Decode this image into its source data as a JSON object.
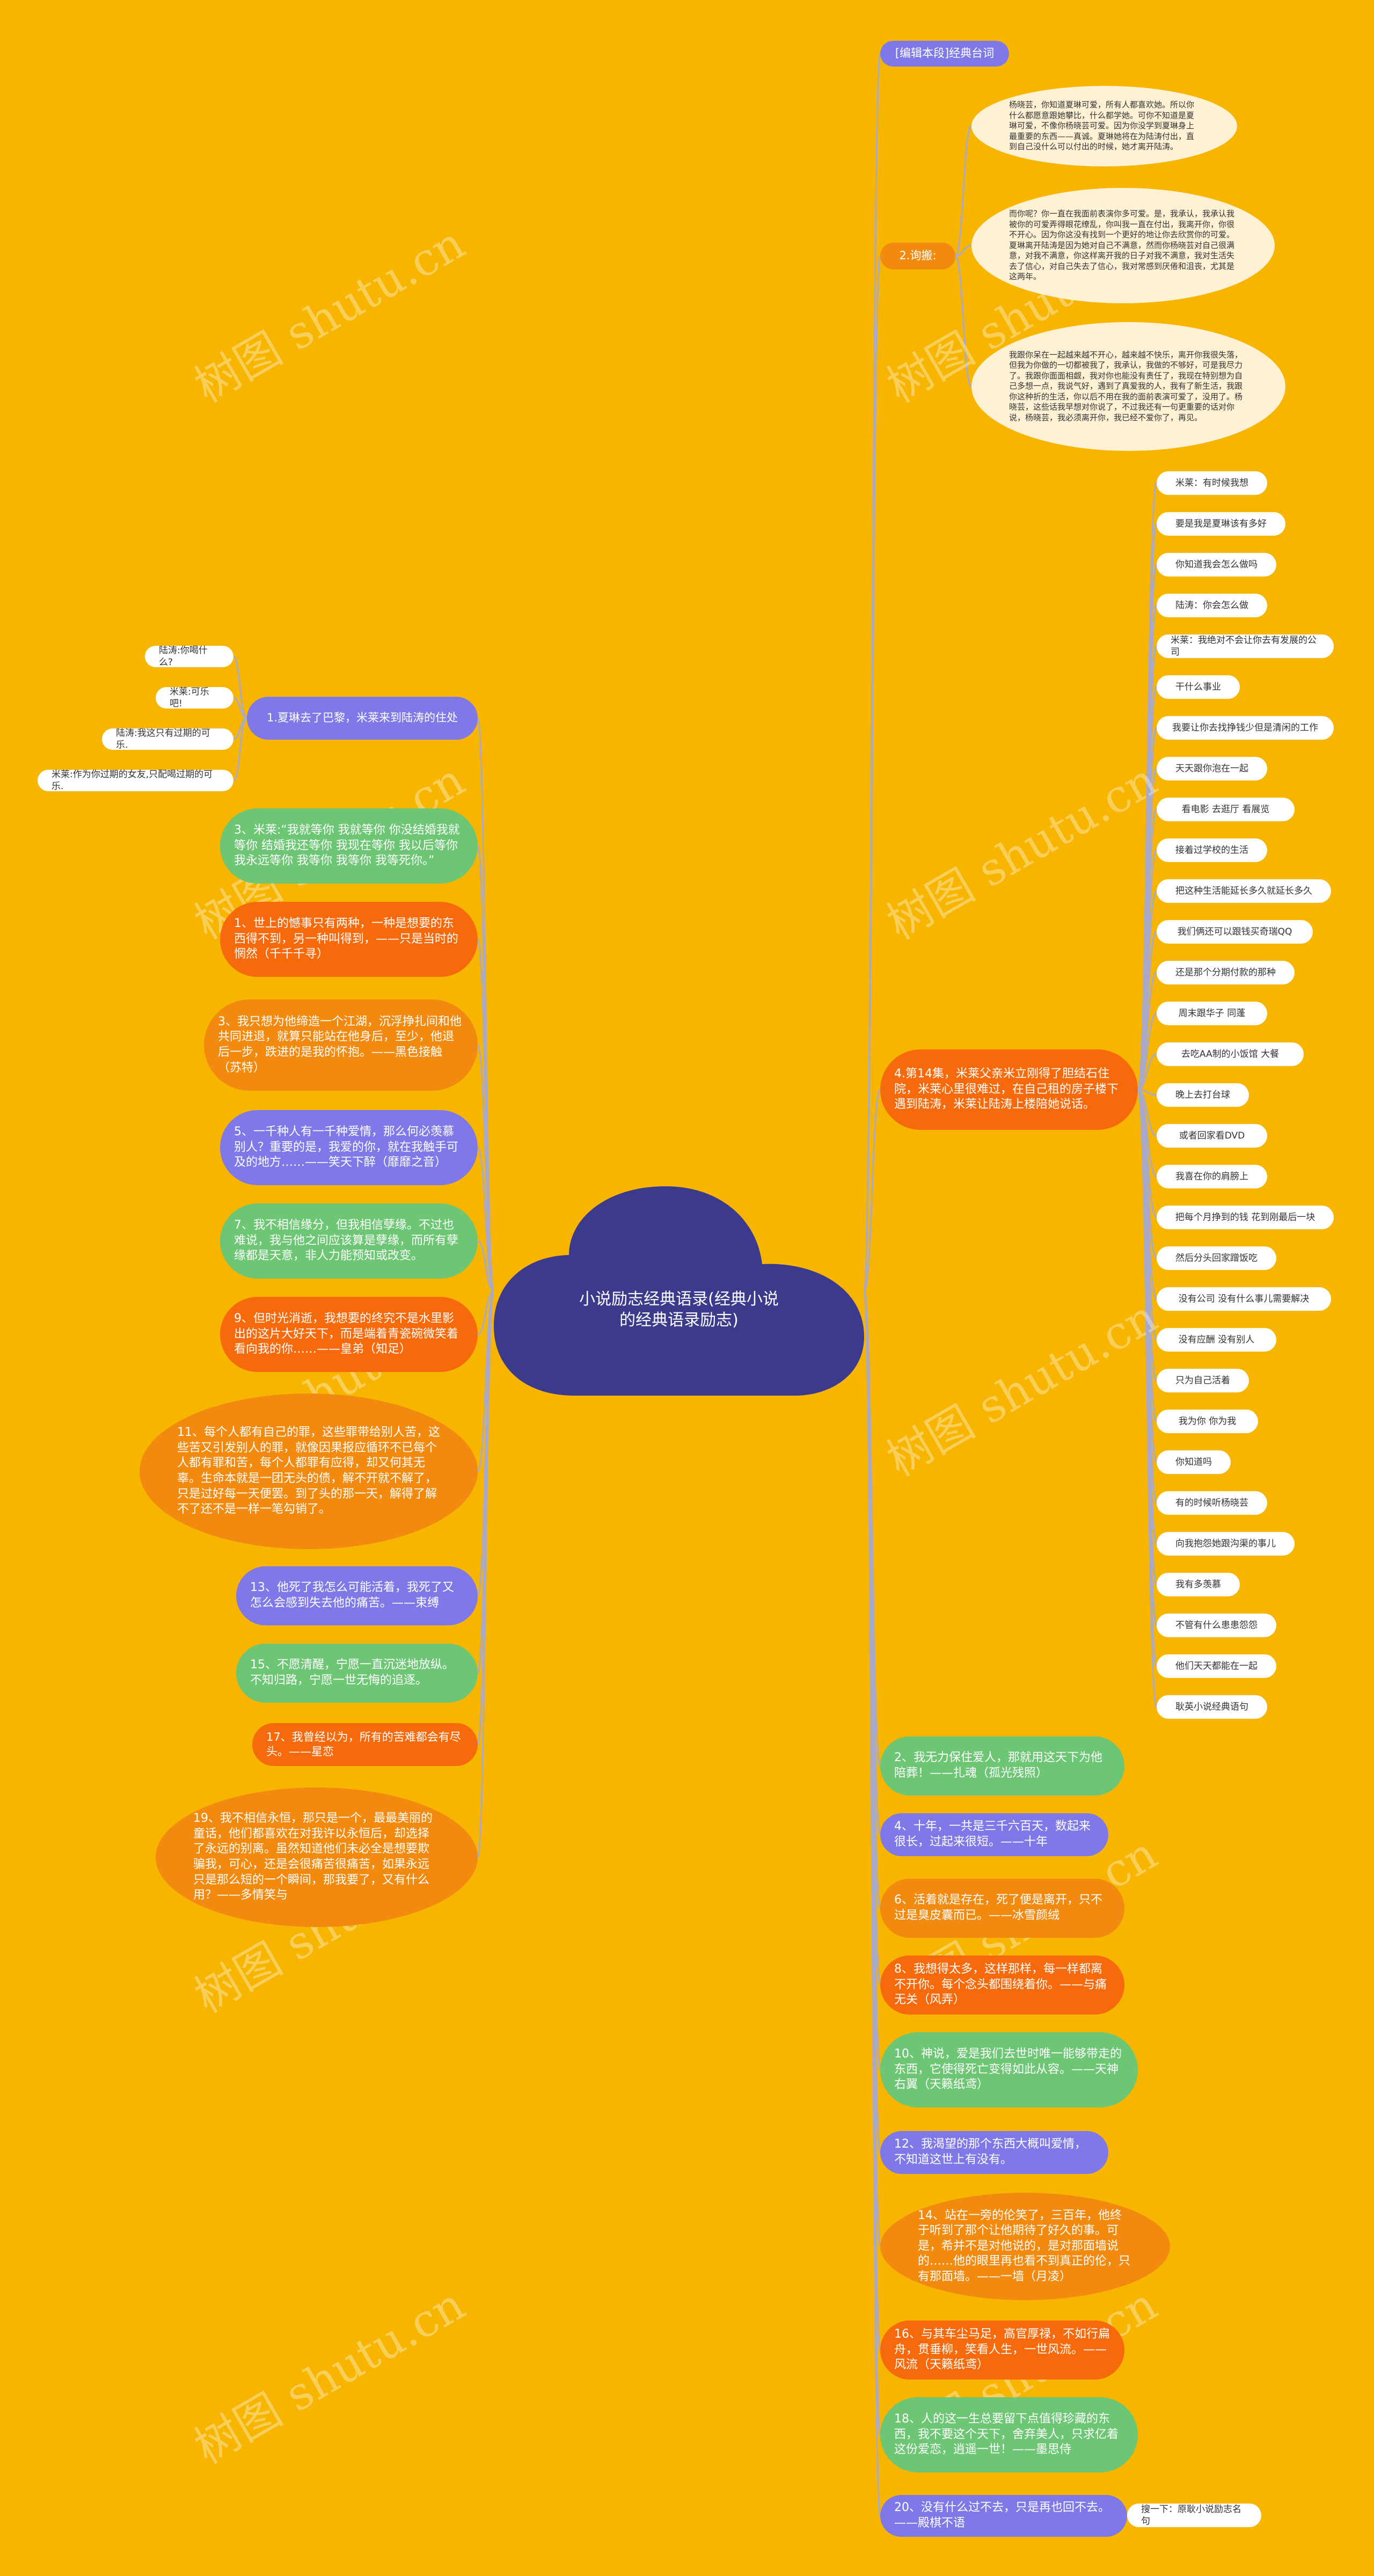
{
  "colors": {
    "background": "#f7b500",
    "center": "#3b3a8c",
    "link": "#a9a9c9",
    "blue": "#7f78e8",
    "green": "#6cc674",
    "orange": "#f28a0f",
    "orange_red": "#f76a0c",
    "cream": "#fff1d4",
    "white": "#ffffff",
    "text_dark": "#333333",
    "text_light": "#ffffff"
  },
  "watermark": "树图 shutu.cn",
  "center": {
    "text": "小说励志经典语录(经典小说的经典语录励志)"
  },
  "left_nodes": [
    {
      "text": "1.夏琳去了巴黎，米莱来到陆涛的住处",
      "color": "blue",
      "children": [
        "陆涛:你喝什么?",
        "米莱:可乐吧!",
        "陆涛:我这只有过期的可乐.",
        "米莱:作为你过期的女友,只配喝过期的可乐."
      ]
    },
    {
      "text": "3、米莱:“我就等你 我就等你 你没结婚我就等你 结婚我还等你 我现在等你 我以后等你 我永远等你 我等你 我等你 我等死你。”",
      "color": "green"
    },
    {
      "text": "1、世上的憾事只有两种，一种是想要的东西得不到，另一种叫得到，——只是当时的惘然（千千千寻）",
      "color": "orange_red"
    },
    {
      "text": "3、我只想为他缔造一个江湖，沉浮挣扎间和他共同进退，就算只能站在他身后，至少，他退后一步，跌进的是我的怀抱。——黑色接触（苏特）",
      "color": "orange"
    },
    {
      "text": "5、一千种人有一千种爱情，那么何必羡慕别人？重要的是，我爱的你，就在我触手可及的地方……——笑天下醉（靡靡之音）",
      "color": "blue"
    },
    {
      "text": "7、我不相信缘分，但我相信孽缘。不过也难说，我与他之间应该算是孽缘，而所有孽缘都是天意，非人力能预知或改变。",
      "color": "green"
    },
    {
      "text": "9、但时光消逝，我想要的终究不是水里影出的这片大好天下，而是端着青瓷碗微笑着看向我的你……——皇弟（知足）",
      "color": "orange_red"
    },
    {
      "text": "11、每个人都有自己的罪，这些罪带给别人苦，这些苦又引发别人的罪，就像因果报应循环不已每个人都有罪和苦，每个人都罪有应得，却又何其无辜。生命本就是一团无头的债，解不开就不解了，只是过好每一天便罢。到了头的那一天，解得了解不了还不是一样一笔勾销了。",
      "color": "orange"
    },
    {
      "text": "13、他死了我怎么可能活着，我死了又怎么会感到失去他的痛苦。——束缚",
      "color": "blue"
    },
    {
      "text": "15、不愿清醒，宁愿一直沉迷地放纵。不知归路，宁愿一世无悔的追逐。",
      "color": "green"
    },
    {
      "text": "17、我曾经以为，所有的苦难都会有尽头。——星恋",
      "color": "orange_red"
    },
    {
      "text": "19、我不相信永恒，那只是一个，最最美丽的童话，他们都喜欢在对我许以永恒后，却选择了永远的别离。虽然知道他们未必全是想要欺骗我，可心，还是会很痛苦很痛苦，如果永远只是那么短的一个瞬间，那我要了，又有什么用？——多情笑与",
      "color": "orange"
    }
  ],
  "right_nodes": [
    {
      "text": "[编辑本段]经典台词",
      "color": "blue"
    },
    {
      "text": "2.询搬:",
      "color": "orange",
      "children": [
        "杨晓芸，你知道夏琳可爱，所有人都喜欢她。所以你什么都愿意跟她攀比，什么都学她。可你不知道是夏琳可爱，不像你杨晓芸可爱。因为你没学到夏琳身上最重要的东西——真诚。夏琳她将在为陆涛付出，直到自己没什么可以付出的时候，她才离开陆涛。",
        "而你呢？你一直在我面前表演你多可爱。是，我承认，我承认我被你的可爱弄得眼花缭乱，你叫我一直在付出，我离开你，你很不开心。因为你这没有找到一个更好的地让你去欣赏你的可爱。夏琳离开陆涛是因为她对自己不满意，然而你杨晓芸对自己很满意，对我不满意，你这样离开我的日子对我不满意，我对生活失去了信心，对自己失去了信心，我对常感到厌倦和沮丧，尤其是这两年。",
        "我跟你呆在一起越来越不开心，越来越不快乐，离开你我很失落，但我为你做的一切都被我了，我承认，我做的不够好，可是我尽力了。我跟你面面相觑，我对你也能没有责任了，我现在特别想为自己多想一点，我说气好，遇到了真爱我的人，我有了新生活，我跟你这种折的生活，你以后不用在我的面前表演可爱了，没用了。杨晓芸，这些话我早想对你说了，不过我还有一句更重要的话对你说，杨晓芸，我必须离开你，我已经不爱你了，再见。"
      ]
    },
    {
      "text": "4.第14集，米莱父亲米立刚得了胆结石住院，米莱心里很难过，在自己租的房子楼下遇到陆涛，米莱让陆涛上楼陪她说话。",
      "color": "orange_red",
      "children": [
        "米莱：有时候我想",
        "要是我是夏琳该有多好",
        "你知道我会怎么做吗",
        "陆涛：你会怎么做",
        "米莱：我绝对不会让你去有发展的公司",
        "干什么事业",
        "我要让你去找挣钱少但是清闲的工作",
        "天天跟你泡在一起",
        "看电影 去逛厅 看展览",
        "接着过学校的生活",
        "把这种生活能延长多久就延长多久",
        "我们俩还可以跟钱买奇瑞QQ",
        "还是那个分期付款的那种",
        "周末跟华子 同蓬",
        "去吃AA制的小饭馆 大餐",
        "晚上去打台球",
        "或者回家看DVD",
        "我喜在你的肩膀上",
        "把每个月挣到的钱 花到刚最后一块",
        "然后分头回家蹭饭吃",
        "没有公司 没有什么事儿需要解决",
        "没有应酬 没有别人",
        "只为自己活着",
        "我为你 你为我",
        "你知道吗",
        "有的时候听杨晓芸",
        "向我抱怨她跟沟渠的事儿",
        "我有多羡慕",
        "不管有什么患患怨怨",
        "他们天天都能在一起",
        "耿英小说经典语句"
      ]
    },
    {
      "text": "2、我无力保住爱人，那就用这天下为他陪葬！——扎魂（孤光残照）",
      "color": "green"
    },
    {
      "text": "4、十年，一共是三千六百天，数起来很长，过起来很短。——十年",
      "color": "blue"
    },
    {
      "text": "6、活着就是存在，死了便是离开，只不过是臭皮囊而已。——冰雪颜绒",
      "color": "orange"
    },
    {
      "text": "8、我想得太多，这样那样，每一样都离不开你。每个念头都围绕着你。——与痛无关（风弄）",
      "color": "orange_red"
    },
    {
      "text": "10、神说，爱是我们去世时唯一能够带走的东西，它使得死亡变得如此从容。——天神右翼（天籁纸鸢）",
      "color": "green"
    },
    {
      "text": "12、我渴望的那个东西大概叫爱情，不知道这世上有没有。",
      "color": "blue"
    },
    {
      "text": "14、站在一旁的伦笑了，三百年，他终于听到了那个让他期待了好久的事。可是，希并不是对他说的，是对那面墙说的……他的眼里再也看不到真正的伦，只有那面墙。——一墙（月凌）",
      "color": "orange"
    },
    {
      "text": "16、与其车尘马足，高官厚禄，不如行扁舟，贯垂柳，笑看人生，一世风流。——风流（天籁纸鸢）",
      "color": "orange_red"
    },
    {
      "text": "18、人的这一生总要留下点值得珍藏的东西，我不要这个天下，舍弃美人，只求亿着这份爱恋，逍遥一世！——墨思侍",
      "color": "green"
    },
    {
      "text": "20、没有什么过不去，只是再也回不去。——殿棋不语",
      "color": "blue",
      "children": [
        "搜一下：原耿小说励志名句"
      ]
    }
  ]
}
